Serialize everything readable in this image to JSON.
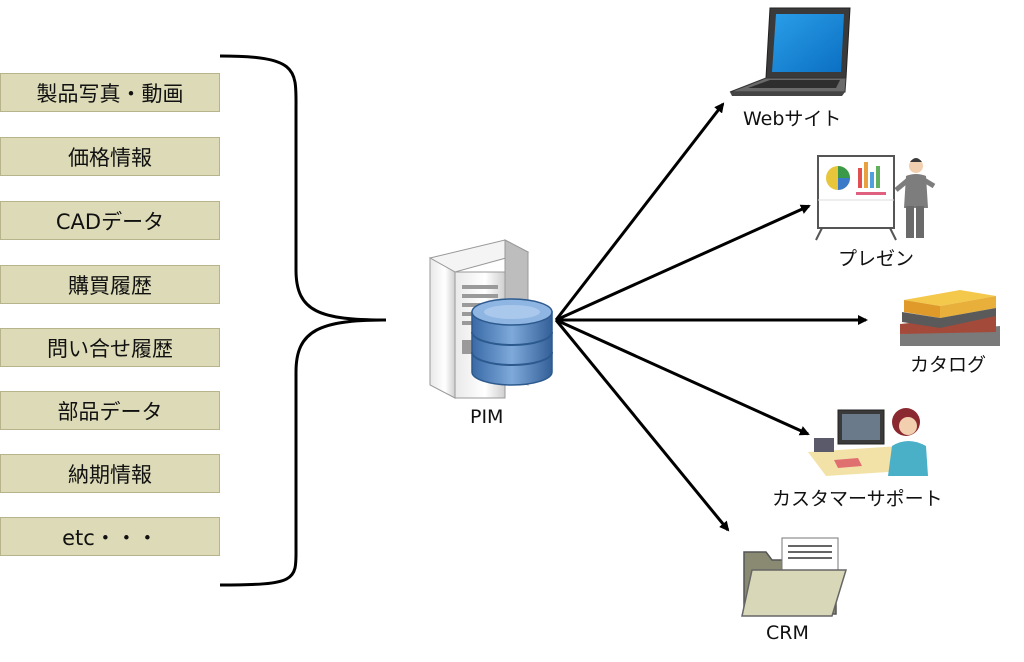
{
  "sources": [
    "製品写真・動画",
    "価格情報",
    "CADデータ",
    "購買履歴",
    "問い合せ履歴",
    "部品データ",
    "納期情報",
    "etc・・・"
  ],
  "hub": {
    "label": "PIM"
  },
  "targets": {
    "web": "Webサイト",
    "presentation": "プレゼン",
    "catalog": "カタログ",
    "support": "カスタマーサポート",
    "crm": "CRM"
  },
  "colors": {
    "box_fill": "#dddbb7",
    "box_border": "#b7b38a",
    "db_blue": "#4f7fb8",
    "arrow": "#000000"
  }
}
